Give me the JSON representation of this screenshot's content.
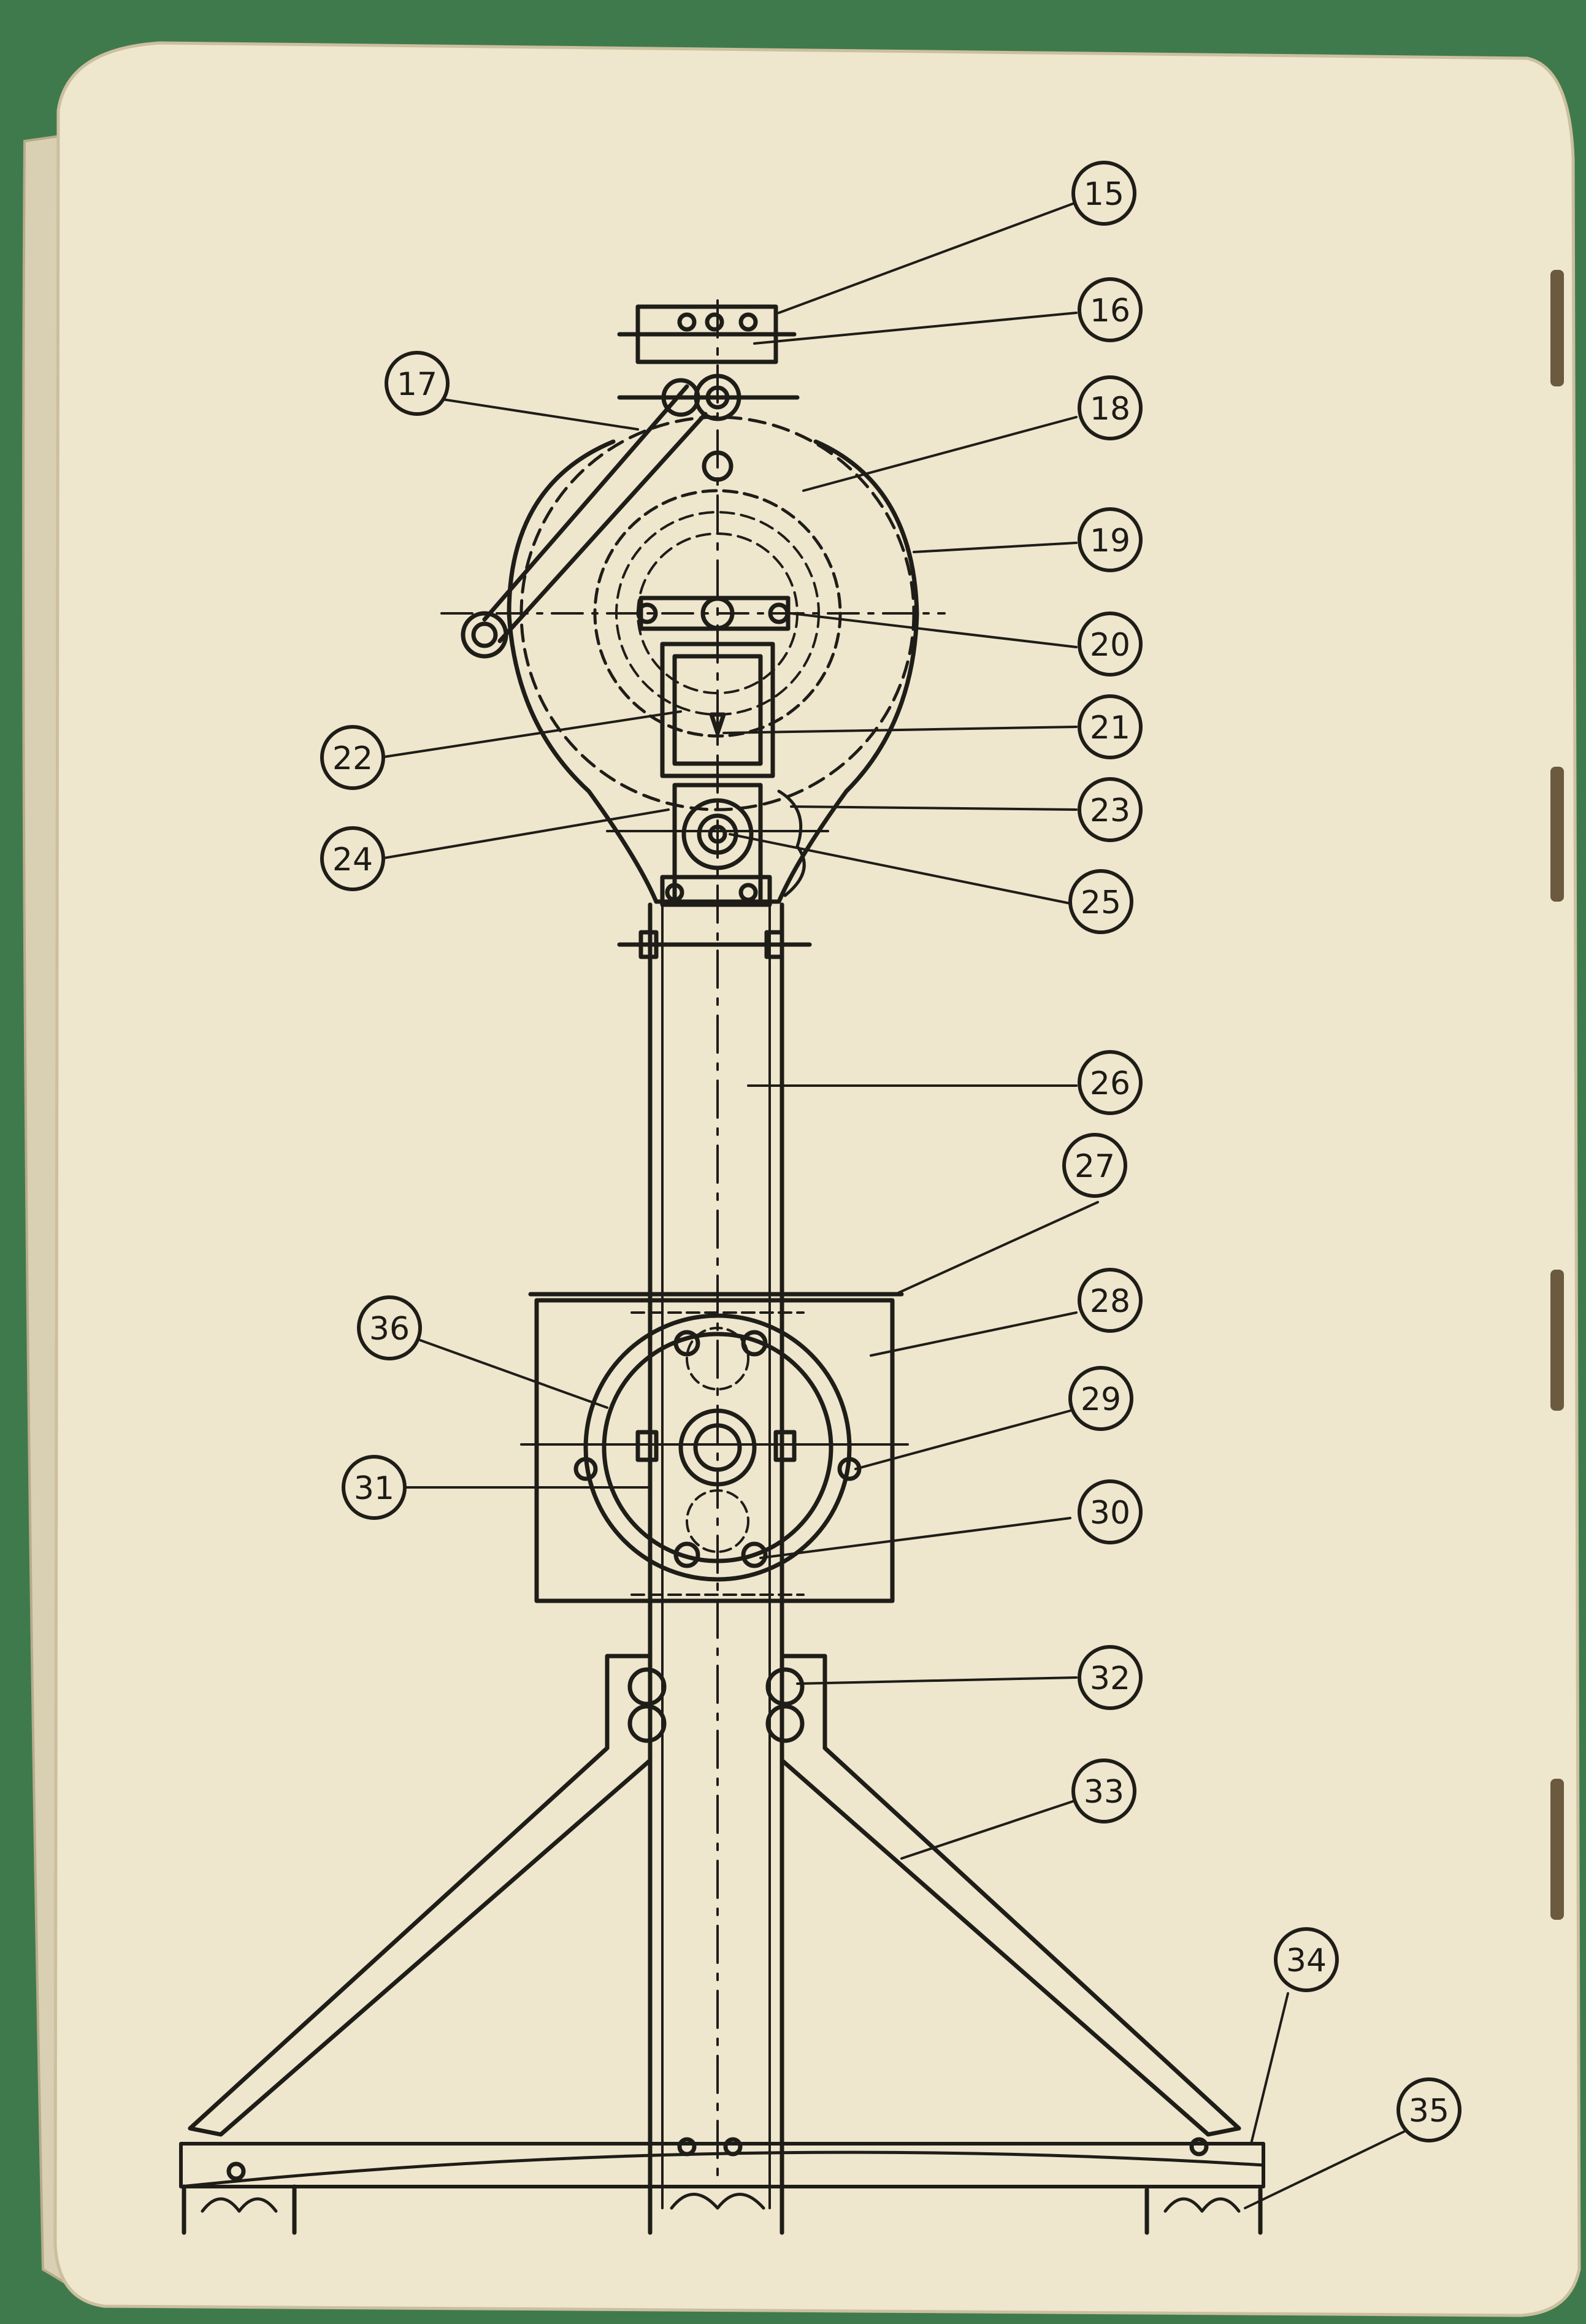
{
  "diagram": {
    "callouts": [
      {
        "id": "c15",
        "label": "15"
      },
      {
        "id": "c16",
        "label": "16"
      },
      {
        "id": "c17",
        "label": "17"
      },
      {
        "id": "c18",
        "label": "18"
      },
      {
        "id": "c19",
        "label": "19"
      },
      {
        "id": "c20",
        "label": "20"
      },
      {
        "id": "c21",
        "label": "21"
      },
      {
        "id": "c22",
        "label": "22"
      },
      {
        "id": "c23",
        "label": "23"
      },
      {
        "id": "c24",
        "label": "24"
      },
      {
        "id": "c25",
        "label": "25"
      },
      {
        "id": "c26",
        "label": "26"
      },
      {
        "id": "c27",
        "label": "27"
      },
      {
        "id": "c28",
        "label": "28"
      },
      {
        "id": "c29",
        "label": "29"
      },
      {
        "id": "c30",
        "label": "30"
      },
      {
        "id": "c31",
        "label": "31"
      },
      {
        "id": "c32",
        "label": "32"
      },
      {
        "id": "c33",
        "label": "33"
      },
      {
        "id": "c34",
        "label": "34"
      },
      {
        "id": "c35",
        "label": "35"
      },
      {
        "id": "c36",
        "label": "36"
      }
    ]
  },
  "colors": {
    "background": "#3f7a4c",
    "paper": "#eee6cd",
    "ink": "#1f1d18"
  }
}
